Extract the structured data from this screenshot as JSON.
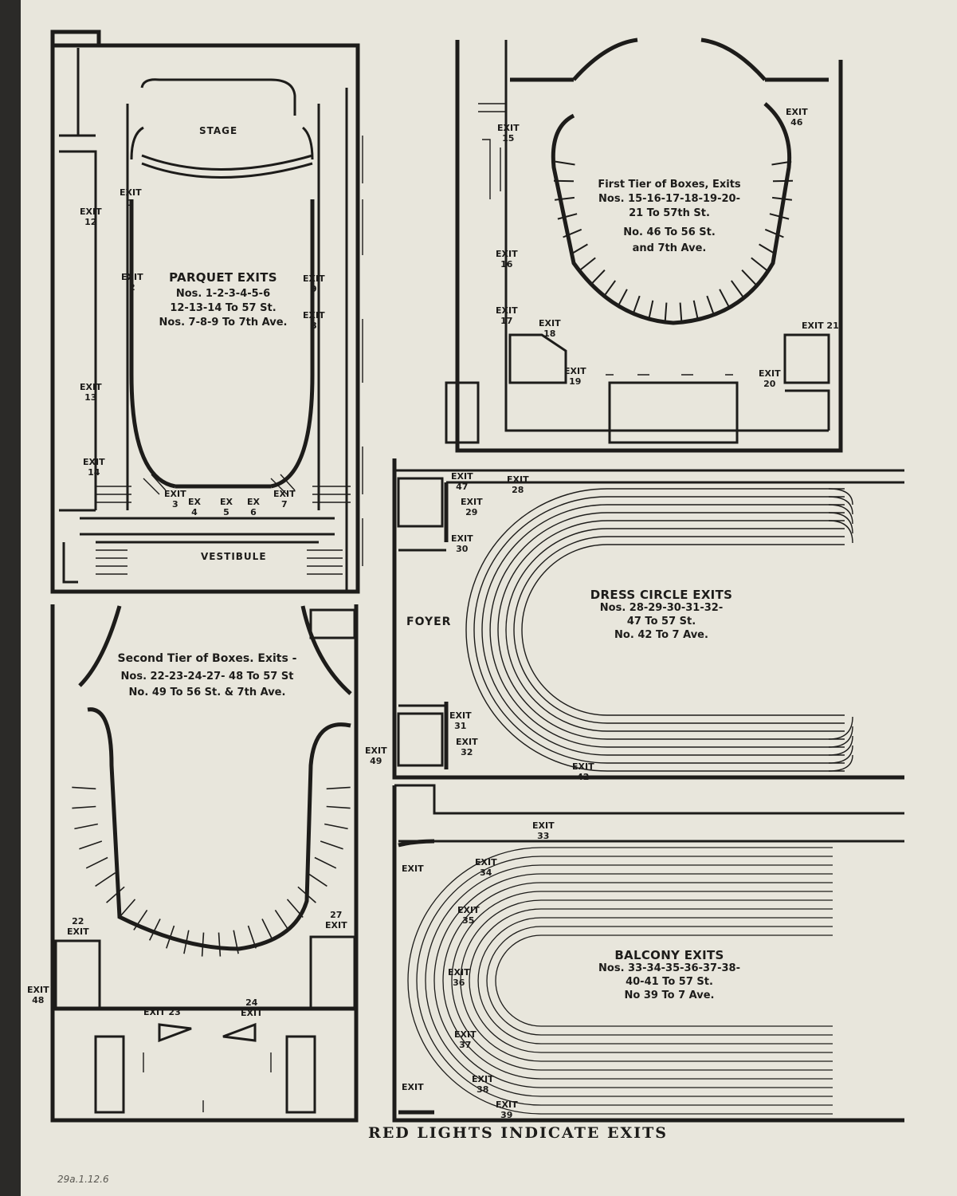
{
  "parquet": {
    "stage": "STAGE",
    "vestibule": "VESTIBULE",
    "title": "PARQUET EXITS",
    "line1": "Nos. 1-2-3-4-5-6",
    "line2": "12-13-14 To 57 St.",
    "line3": "Nos. 7-8-9 To 7th Ave.",
    "exits": {
      "e1": "EXIT\n1",
      "e2": "EXIT\n2",
      "e3": "EXIT\n3",
      "e4": "EX\n4",
      "e5": "EX\n5",
      "e6": "EX\n6",
      "e7": "EXIT\n7",
      "e8": "EXIT\n8",
      "e9": "EXIT\n9",
      "e12": "EXIT\n12",
      "e13": "EXIT\n13",
      "e14": "EXIT\n14"
    }
  },
  "first_tier": {
    "title": "First Tier of Boxes, Exits",
    "line1": "Nos. 15-16-17-18-19-20-",
    "line2": "21 To 57th St.",
    "line3": "No. 46 To 56 St.",
    "line4": "and 7th Ave.",
    "exits": {
      "e15": "EXIT\n15",
      "e16": "EXIT\n16",
      "e17": "EXIT\n17",
      "e18": "EXIT\n18",
      "e19": "EXIT\n19",
      "e20": "EXIT\n20",
      "e21": "EXIT 21",
      "e46": "EXIT\n46"
    }
  },
  "dress_circle": {
    "foyer": "FOYER",
    "title": "DRESS CIRCLE EXITS",
    "line1": "Nos. 28-29-30-31-32-",
    "line2": "47 To 57 St.",
    "line3": "No. 42 To 7 Ave.",
    "exits": {
      "e47": "EXIT\n47",
      "e28": "EXIT\n28",
      "e29": "EXIT\n29",
      "e30": "EXIT\n30",
      "e31": "EXIT\n31",
      "e32": "EXIT\n32",
      "e42": "EXIT\n42",
      "e49": "EXIT\n49"
    }
  },
  "second_tier": {
    "title": "Second Tier of Boxes. Exits -",
    "line1": "Nos. 22-23-24-27- 48 To 57 St",
    "line2": "No. 49 To 56 St. & 7th Ave.",
    "exits": {
      "e22": "22\nEXIT",
      "e27": "27\nEXIT",
      "e48": "EXIT\n48",
      "e23": "EXIT 23",
      "e24": "24\nEXIT"
    }
  },
  "balcony": {
    "title": "BALCONY EXITS",
    "line1": "Nos. 33-34-35-36-37-38-",
    "line2": "40-41 To 57 St.",
    "line3": "No 39 To 7 Ave.",
    "exits": {
      "e33": "EXIT\n33",
      "e34": "EXIT\n34",
      "e35": "EXIT\n35",
      "e36": "EXIT\n36",
      "e37": "EXIT\n37",
      "e38": "EXIT\n38",
      "e39": "EXIT\n39",
      "eTop": "EXIT",
      "eBottom": "EXIT"
    }
  },
  "footer": "RED LIGHTS INDICATE EXITS",
  "archive_mark": "29a.1.12.6"
}
